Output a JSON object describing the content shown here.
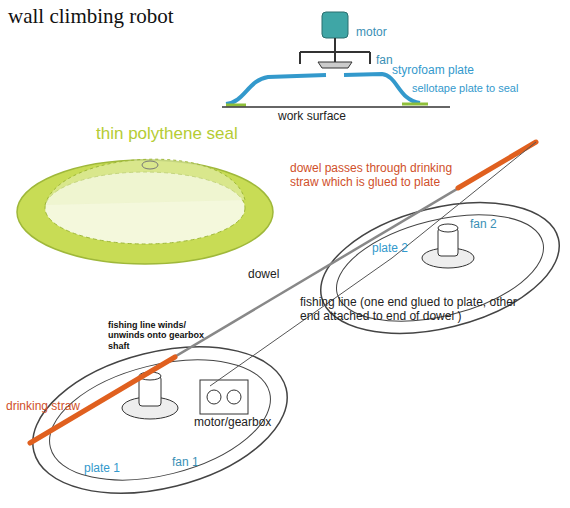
{
  "diagram": {
    "title": "wall climbing robot",
    "labels": [
      "motor",
      "fan",
      "styrofoam plate",
      "sellotape plate to seal",
      "work surface",
      "thin polythene seal",
      "dowel passes through drinking straw which is glued to plate",
      "fan 2",
      "plate 2",
      "dowel",
      "fishing line (one end glued to plate, other end attached to end of dowel )",
      "fishing line winds/ unwinds onto gearbox shaft",
      "drinking straw",
      "motor/gearbox",
      "fan 1",
      "plate 1"
    ]
  }
}
